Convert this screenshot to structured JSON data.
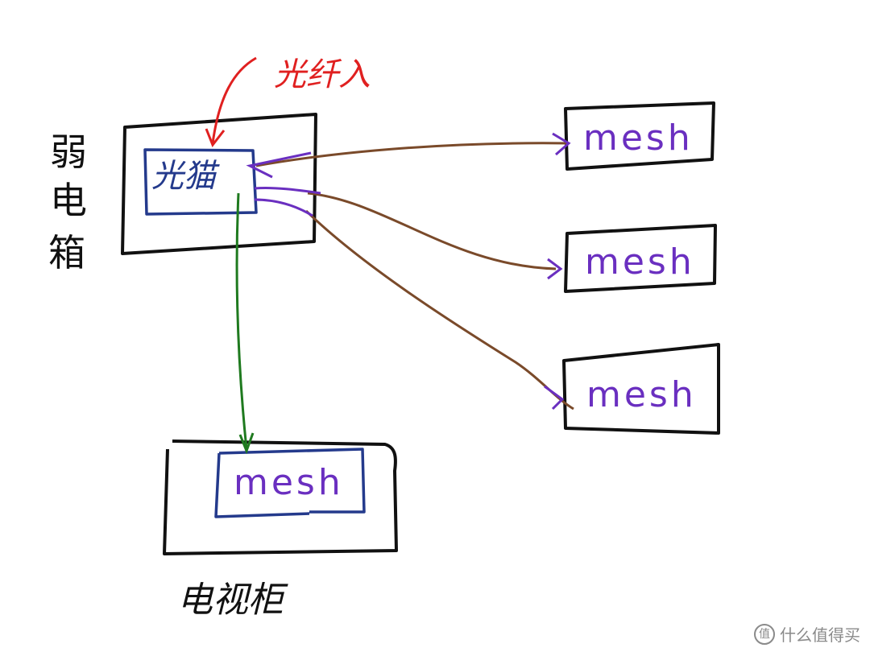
{
  "annotation_top": "光纤入",
  "weak_box_label": [
    "弱",
    "电",
    "箱"
  ],
  "onu_label": "光猫",
  "mesh_nodes": [
    {
      "label": "mesh"
    },
    {
      "label": "mesh"
    },
    {
      "label": "mesh"
    },
    {
      "label": "mesh"
    }
  ],
  "tv_cabinet_label": "电视柜",
  "watermark": {
    "icon": "值",
    "text": "什么值得买"
  },
  "colors": {
    "box_outline": "#111111",
    "onu_box": "#243a8c",
    "mesh_text": "#6a2fc0",
    "fiber_arrow": "#e02020",
    "cable_brown": "#7a4a2a",
    "arrow_head": "#6a2fc0",
    "cable_green": "#1f7a1f"
  }
}
